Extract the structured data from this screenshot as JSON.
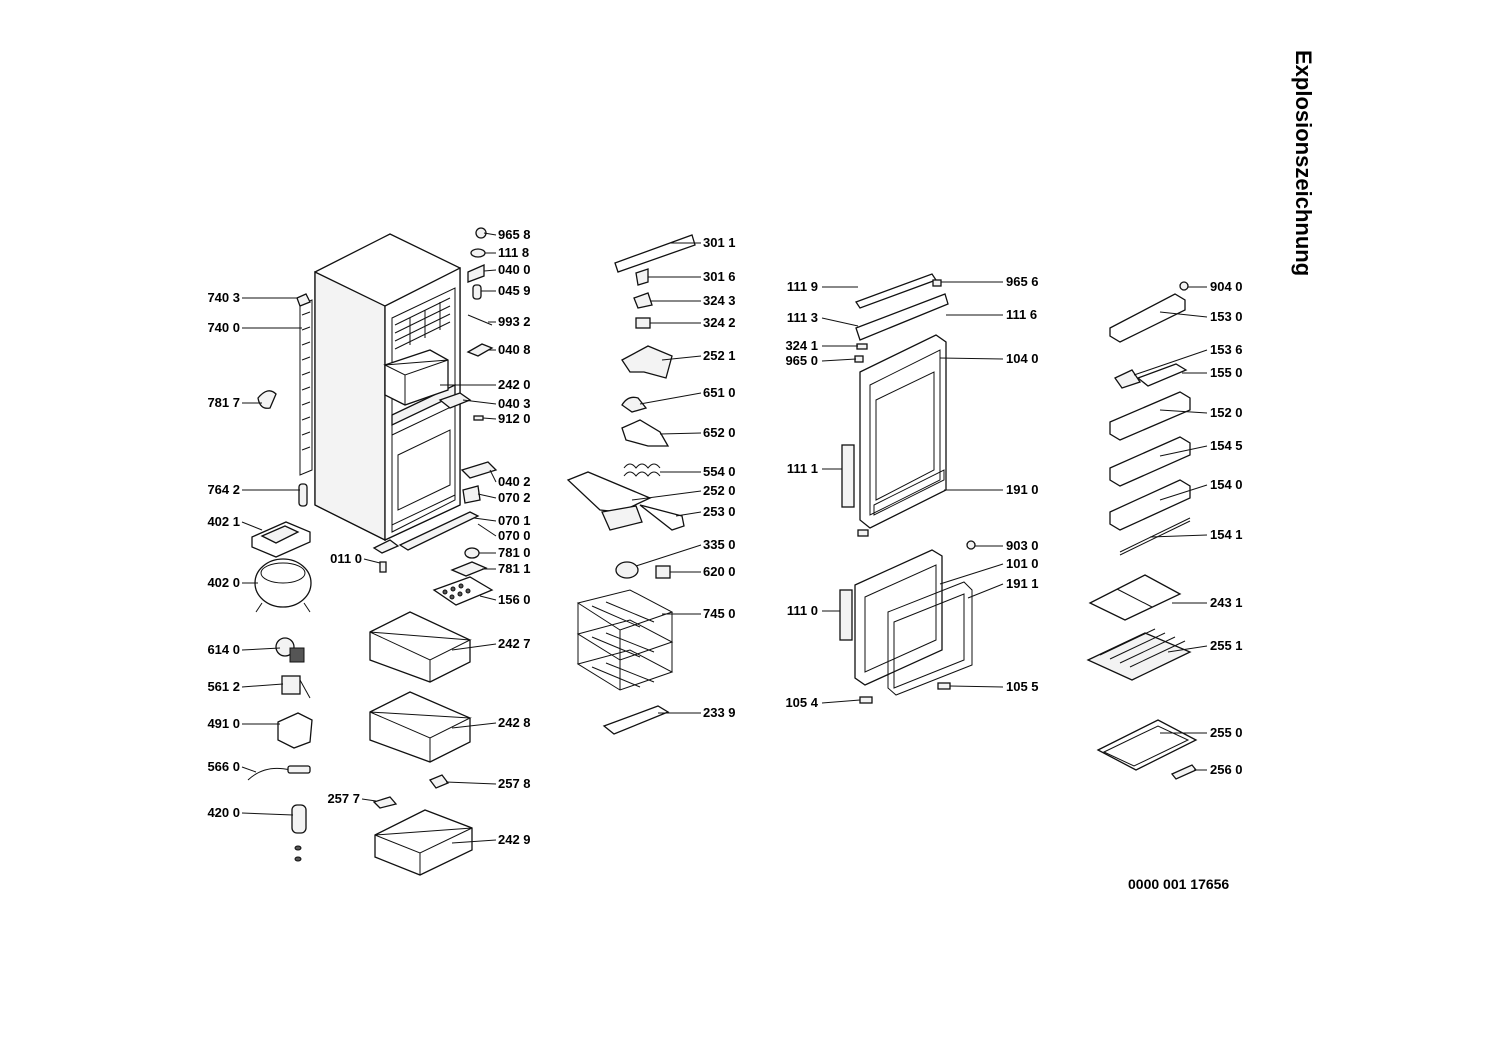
{
  "title": "Explosionszeichnung",
  "document_number": "0000 001 17656",
  "groups": {
    "cabinet_left": [
      "740 3",
      "740 0",
      "781 7",
      "764 2",
      "402 1",
      "402 0",
      "614 0",
      "561 2",
      "491 0",
      "566 0",
      "420 0",
      "257 7",
      "011 0"
    ],
    "cabinet_right": [
      "965 8",
      "111 8",
      "040 0",
      "045 9",
      "993 2",
      "040 8",
      "242 0",
      "040 3",
      "912 0",
      "040 2",
      "070 2",
      "070 1",
      "070 0",
      "781 0",
      "781 1",
      "156 0",
      "242 7",
      "242 8",
      "257 8",
      "242 9"
    ],
    "interior": [
      "301 1",
      "301 6",
      "324 3",
      "324 2",
      "252 1",
      "651 0",
      "652 0",
      "554 0",
      "252 0",
      "253 0",
      "335 0",
      "620 0",
      "745 0",
      "233 9"
    ],
    "doors": [
      "111 9",
      "965 6",
      "111 3",
      "111 6",
      "324 1",
      "965 0",
      "104 0",
      "111 1",
      "191 0",
      "903 0",
      "101 0",
      "191 1",
      "111 0",
      "105 4",
      "105 5"
    ],
    "door_accessories": [
      "904 0",
      "153 0",
      "153 6",
      "155 0",
      "152 0",
      "154 5",
      "154 0",
      "154 1",
      "243 1",
      "255 1",
      "255 0",
      "256 0"
    ]
  }
}
